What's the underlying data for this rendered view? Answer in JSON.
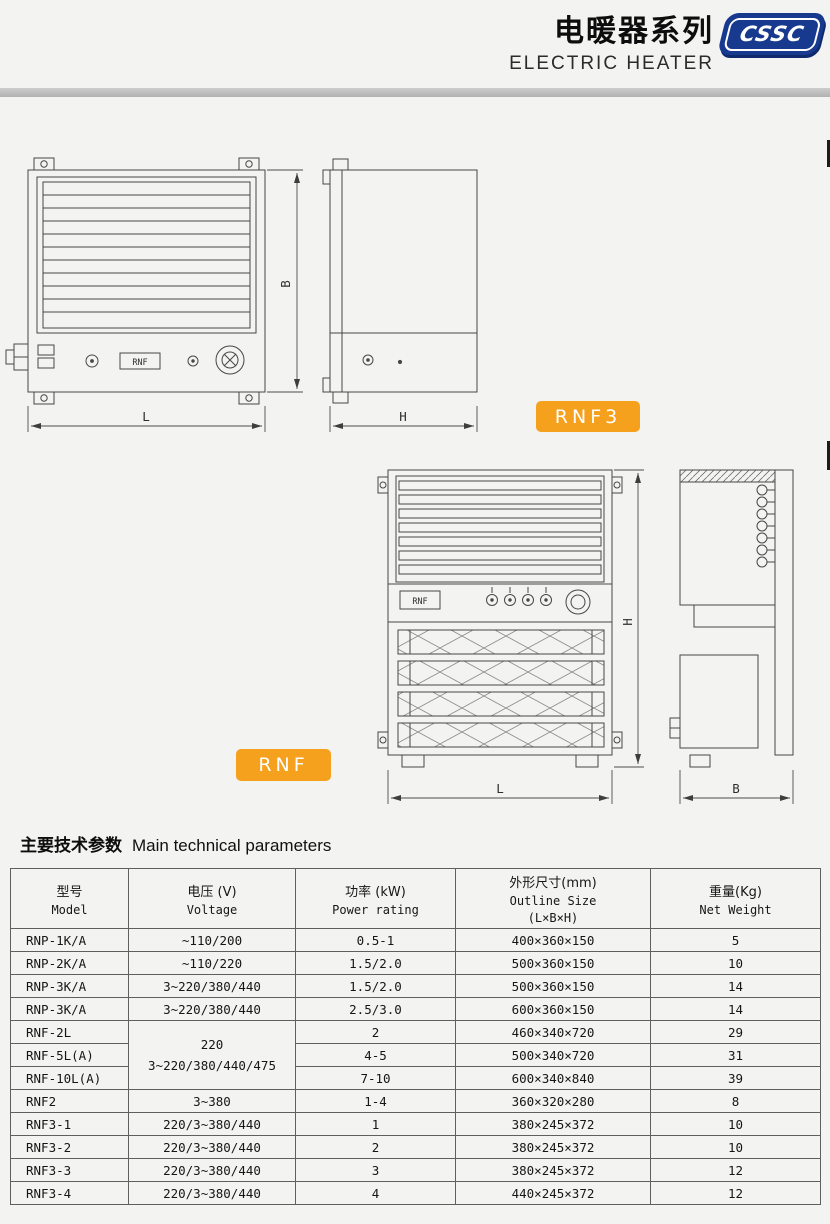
{
  "header": {
    "title_zh": "电暖器系列",
    "title_en": "ELECTRIC HEATER",
    "logo_text": "CSSC"
  },
  "badges": {
    "rnf3": "RNF3",
    "rnf": "RNF"
  },
  "drawings": {
    "rnf3": {
      "panel_label": "RNF",
      "dim_length": "L",
      "dim_height": "B",
      "dim_depth": "H"
    },
    "rnf": {
      "panel_label": "RNF",
      "dim_length": "L",
      "dim_height": "H",
      "dim_depth": "B"
    }
  },
  "section": {
    "title_zh": "主要技术参数",
    "title_en": "Main technical parameters"
  },
  "table": {
    "headers": {
      "model_zh": "型号",
      "model_en": "Model",
      "voltage_zh": "电压 (V)",
      "voltage_en": "Voltage",
      "power_zh": "功率 (kW)",
      "power_en": "Power rating",
      "outline_zh": "外形尺寸(mm)",
      "outline_en": "Outline Size",
      "outline_en2": "(L×B×H)",
      "weight_zh": "重量(Kg)",
      "weight_en": "Net Weight"
    },
    "merged_voltage": {
      "line1": "220",
      "line2": "3~220/380/440/475"
    },
    "rows": [
      {
        "model": "RNP-1K/A",
        "voltage": "~110/200",
        "power": "0.5-1",
        "outline": "400×360×150",
        "weight": "5"
      },
      {
        "model": "RNP-2K/A",
        "voltage": "~110/220",
        "power": "1.5/2.0",
        "outline": "500×360×150",
        "weight": "10"
      },
      {
        "model": "RNP-3K/A",
        "voltage": "3~220/380/440",
        "power": "1.5/2.0",
        "outline": "500×360×150",
        "weight": "14"
      },
      {
        "model": "RNP-3K/A",
        "voltage": "3~220/380/440",
        "power": "2.5/3.0",
        "outline": "600×360×150",
        "weight": "14"
      },
      {
        "model": "RNF-2L",
        "power": "2",
        "outline": "460×340×720",
        "weight": "29"
      },
      {
        "model": "RNF-5L(A)",
        "power": "4-5",
        "outline": "500×340×720",
        "weight": "31"
      },
      {
        "model": "RNF-10L(A)",
        "power": "7-10",
        "outline": "600×340×840",
        "weight": "39"
      },
      {
        "model": "RNF2",
        "voltage": "3~380",
        "power": "1-4",
        "outline": "360×320×280",
        "weight": "8"
      },
      {
        "model": "RNF3-1",
        "voltage": "220/3~380/440",
        "power": "1",
        "outline": "380×245×372",
        "weight": "10"
      },
      {
        "model": "RNF3-2",
        "voltage": "220/3~380/440",
        "power": "2",
        "outline": "380×245×372",
        "weight": "10"
      },
      {
        "model": "RNF3-3",
        "voltage": "220/3~380/440",
        "power": "3",
        "outline": "380×245×372",
        "weight": "12"
      },
      {
        "model": "RNF3-4",
        "voltage": "220/3~380/440",
        "power": "4",
        "outline": "440×245×372",
        "weight": "12"
      }
    ]
  }
}
